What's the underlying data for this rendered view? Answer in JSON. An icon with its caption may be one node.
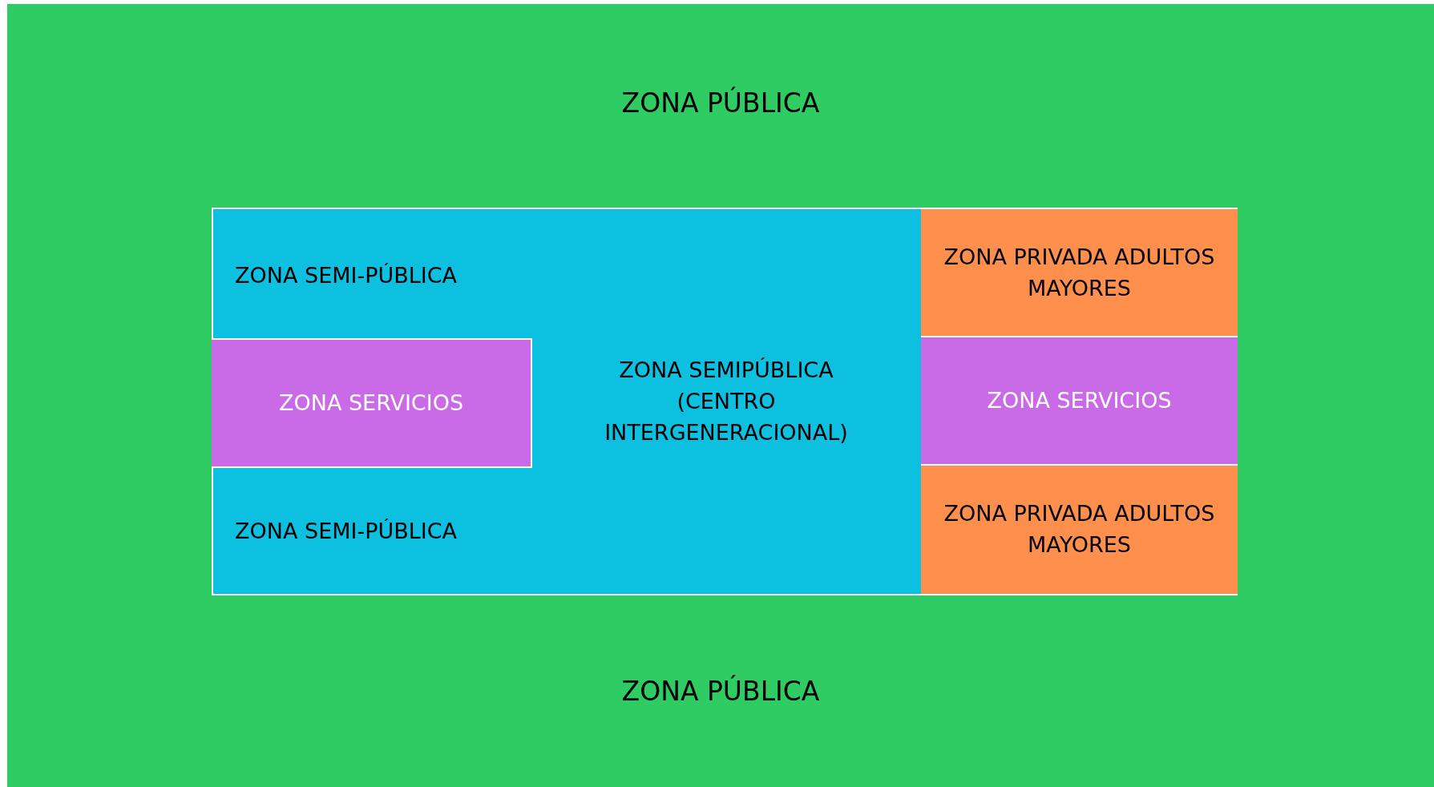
{
  "diagram": {
    "nodes": [
      {
        "text": [
          "ZONA PÚBLICA",
          "ZONA PÚBLICA"
        ]
      },
      {
        "text": [
          "ZONA SEMI-PÚBLICA",
          "ZONA SEMIPÚBLICA (CENTRO INTERGENERACIONAL)",
          "ZONA SEMI-PÚBLICA"
        ],
        "in": 0
      },
      {
        "text": [
          "ZONA SERVICIOS"
        ],
        "in": 1
      },
      {
        "text": [
          "ZONA PRIVADA ADULTOS MAYORES"
        ],
        "in": 0
      },
      {
        "text": [
          "ZONA SERVICIOS"
        ],
        "in": 0
      },
      {
        "text": [
          "ZONA PRIVADA ADULTOS MAYORES"
        ],
        "in": 0
      }
    ]
  }
}
